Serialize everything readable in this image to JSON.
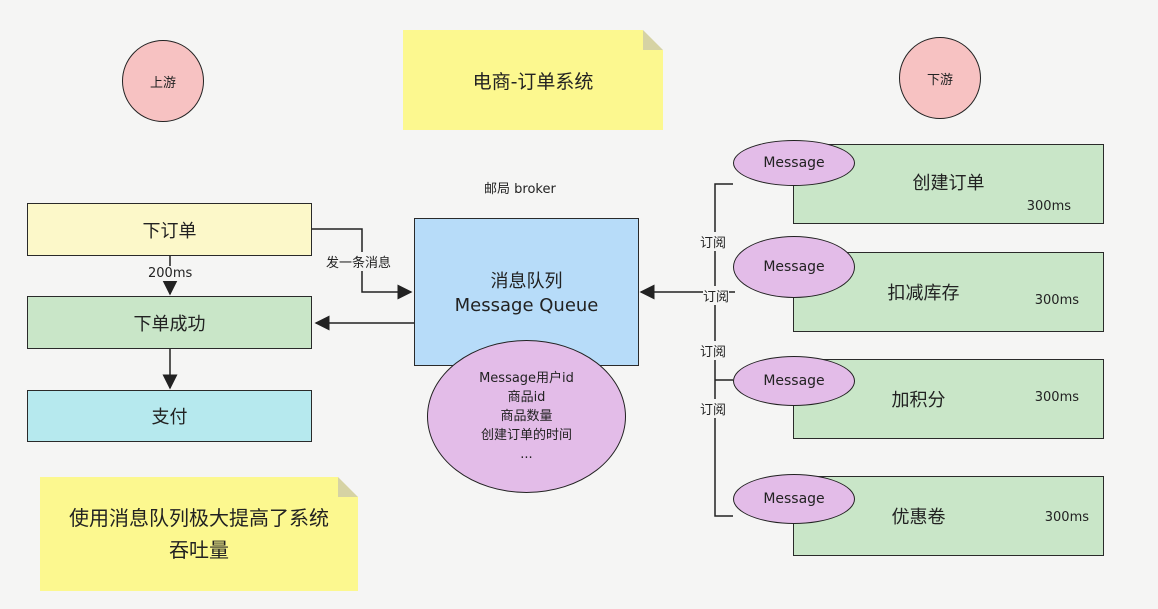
{
  "upstream": "上游",
  "downstream": "下游",
  "title_note": "电商-订单系统",
  "broker_label": "邮局 broker",
  "left": {
    "order": "下订单",
    "latency": "200ms",
    "success": "下单成功",
    "pay": "支付"
  },
  "send_label": "发一条消息",
  "queue": {
    "line1": "消息队列",
    "line2": "Message Queue"
  },
  "message_payload": [
    "Message用户id",
    "商品id",
    "商品数量",
    "创建订单的时间",
    "..."
  ],
  "subscribe_labels": [
    "订阅",
    "订阅",
    "订阅",
    "订阅"
  ],
  "consumers": [
    {
      "message": "Message",
      "name": "创建订单",
      "time": "300ms"
    },
    {
      "message": "Message",
      "name": "扣减库存",
      "time": "300ms"
    },
    {
      "message": "Message",
      "name": "加积分",
      "time": "300ms"
    },
    {
      "message": "Message",
      "name": "优惠卷",
      "time": "300ms"
    }
  ],
  "bottom_note": "使用消息队列极大提高了系统吞吐量",
  "colors": {
    "note": "#fcf88f",
    "upstream_circle": "#f7c2c2",
    "queue": "#b7dcf9",
    "consumer": "#c9e6c8",
    "message_oval": "#e3bce8"
  }
}
